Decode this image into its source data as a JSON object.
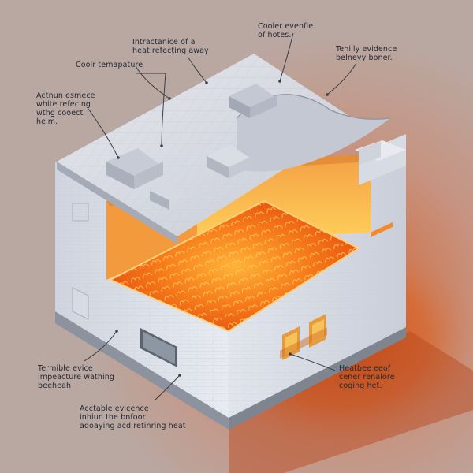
{
  "labels": [
    {
      "id": "heat-reflecting",
      "text": "Intractanice of a\nheat refecting away"
    },
    {
      "id": "cooler-evenflo",
      "text": "Cooler evenfle\nof  hotes."
    },
    {
      "id": "tenilly-evidence",
      "text": "Tenilly evidence\nbelneyy boner."
    },
    {
      "id": "cooler-temperature",
      "text": "Coolr temapature"
    },
    {
      "id": "white-reflecting",
      "text": "Actnun esmece\nwhite refecing\nwthg  cooect\nheim."
    },
    {
      "id": "termible-evice",
      "text": "Termible evice\nimpeacture wathing\nbeeheah"
    },
    {
      "id": "heatbee-cooling",
      "text": "Heatbee eeof\ncener renalore\ncoging het."
    },
    {
      "id": "acctable-evidence",
      "text": "Acctable evicence\ninhiun the bnfoor\nadoaying acd retinring heat"
    }
  ],
  "colors": {
    "background": "#b9a59e",
    "wall": "#dfe3ec",
    "roof": "#d9dce4",
    "heat_core": "#ef5a12",
    "heat_glow": "#ffb338",
    "window_glow": "#f0a040",
    "label_text": "#242b36",
    "leader_line": "#3a3d44"
  }
}
